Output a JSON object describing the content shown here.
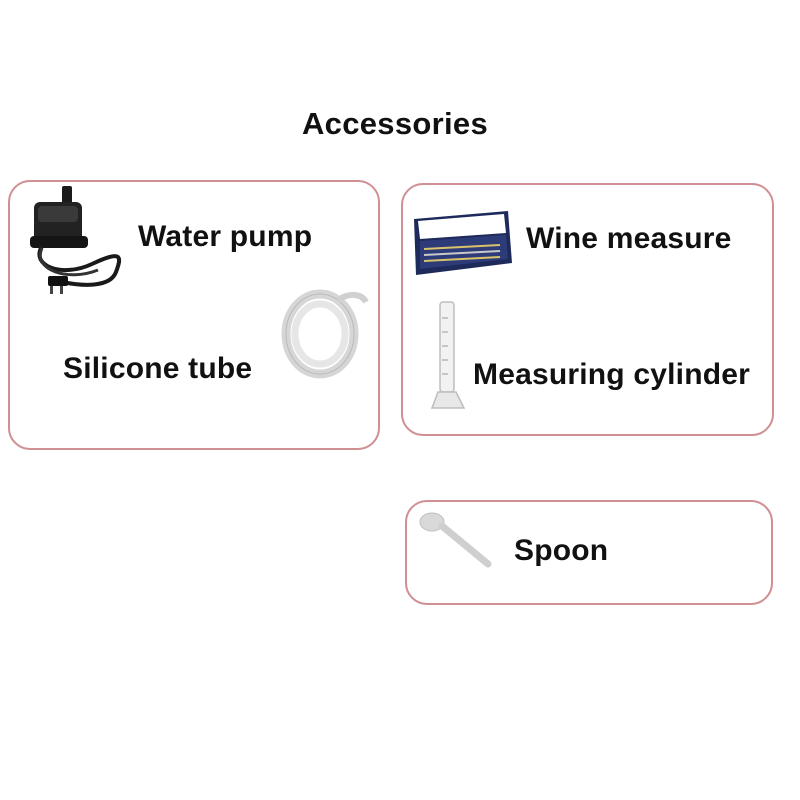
{
  "title": "Accessories",
  "items": [
    {
      "label": "Water pump",
      "icon": "water-pump-icon"
    },
    {
      "label": "Silicone tube",
      "icon": "silicone-tube-icon"
    },
    {
      "label": "Wine measure",
      "icon": "wine-measure-icon"
    },
    {
      "label": "Measuring cylinder",
      "icon": "measuring-cylinder-icon"
    },
    {
      "label": "Spoon",
      "icon": "spoon-icon"
    }
  ],
  "colors": {
    "card_border": "#cf8f93",
    "text": "#111111",
    "background": "#ffffff"
  }
}
